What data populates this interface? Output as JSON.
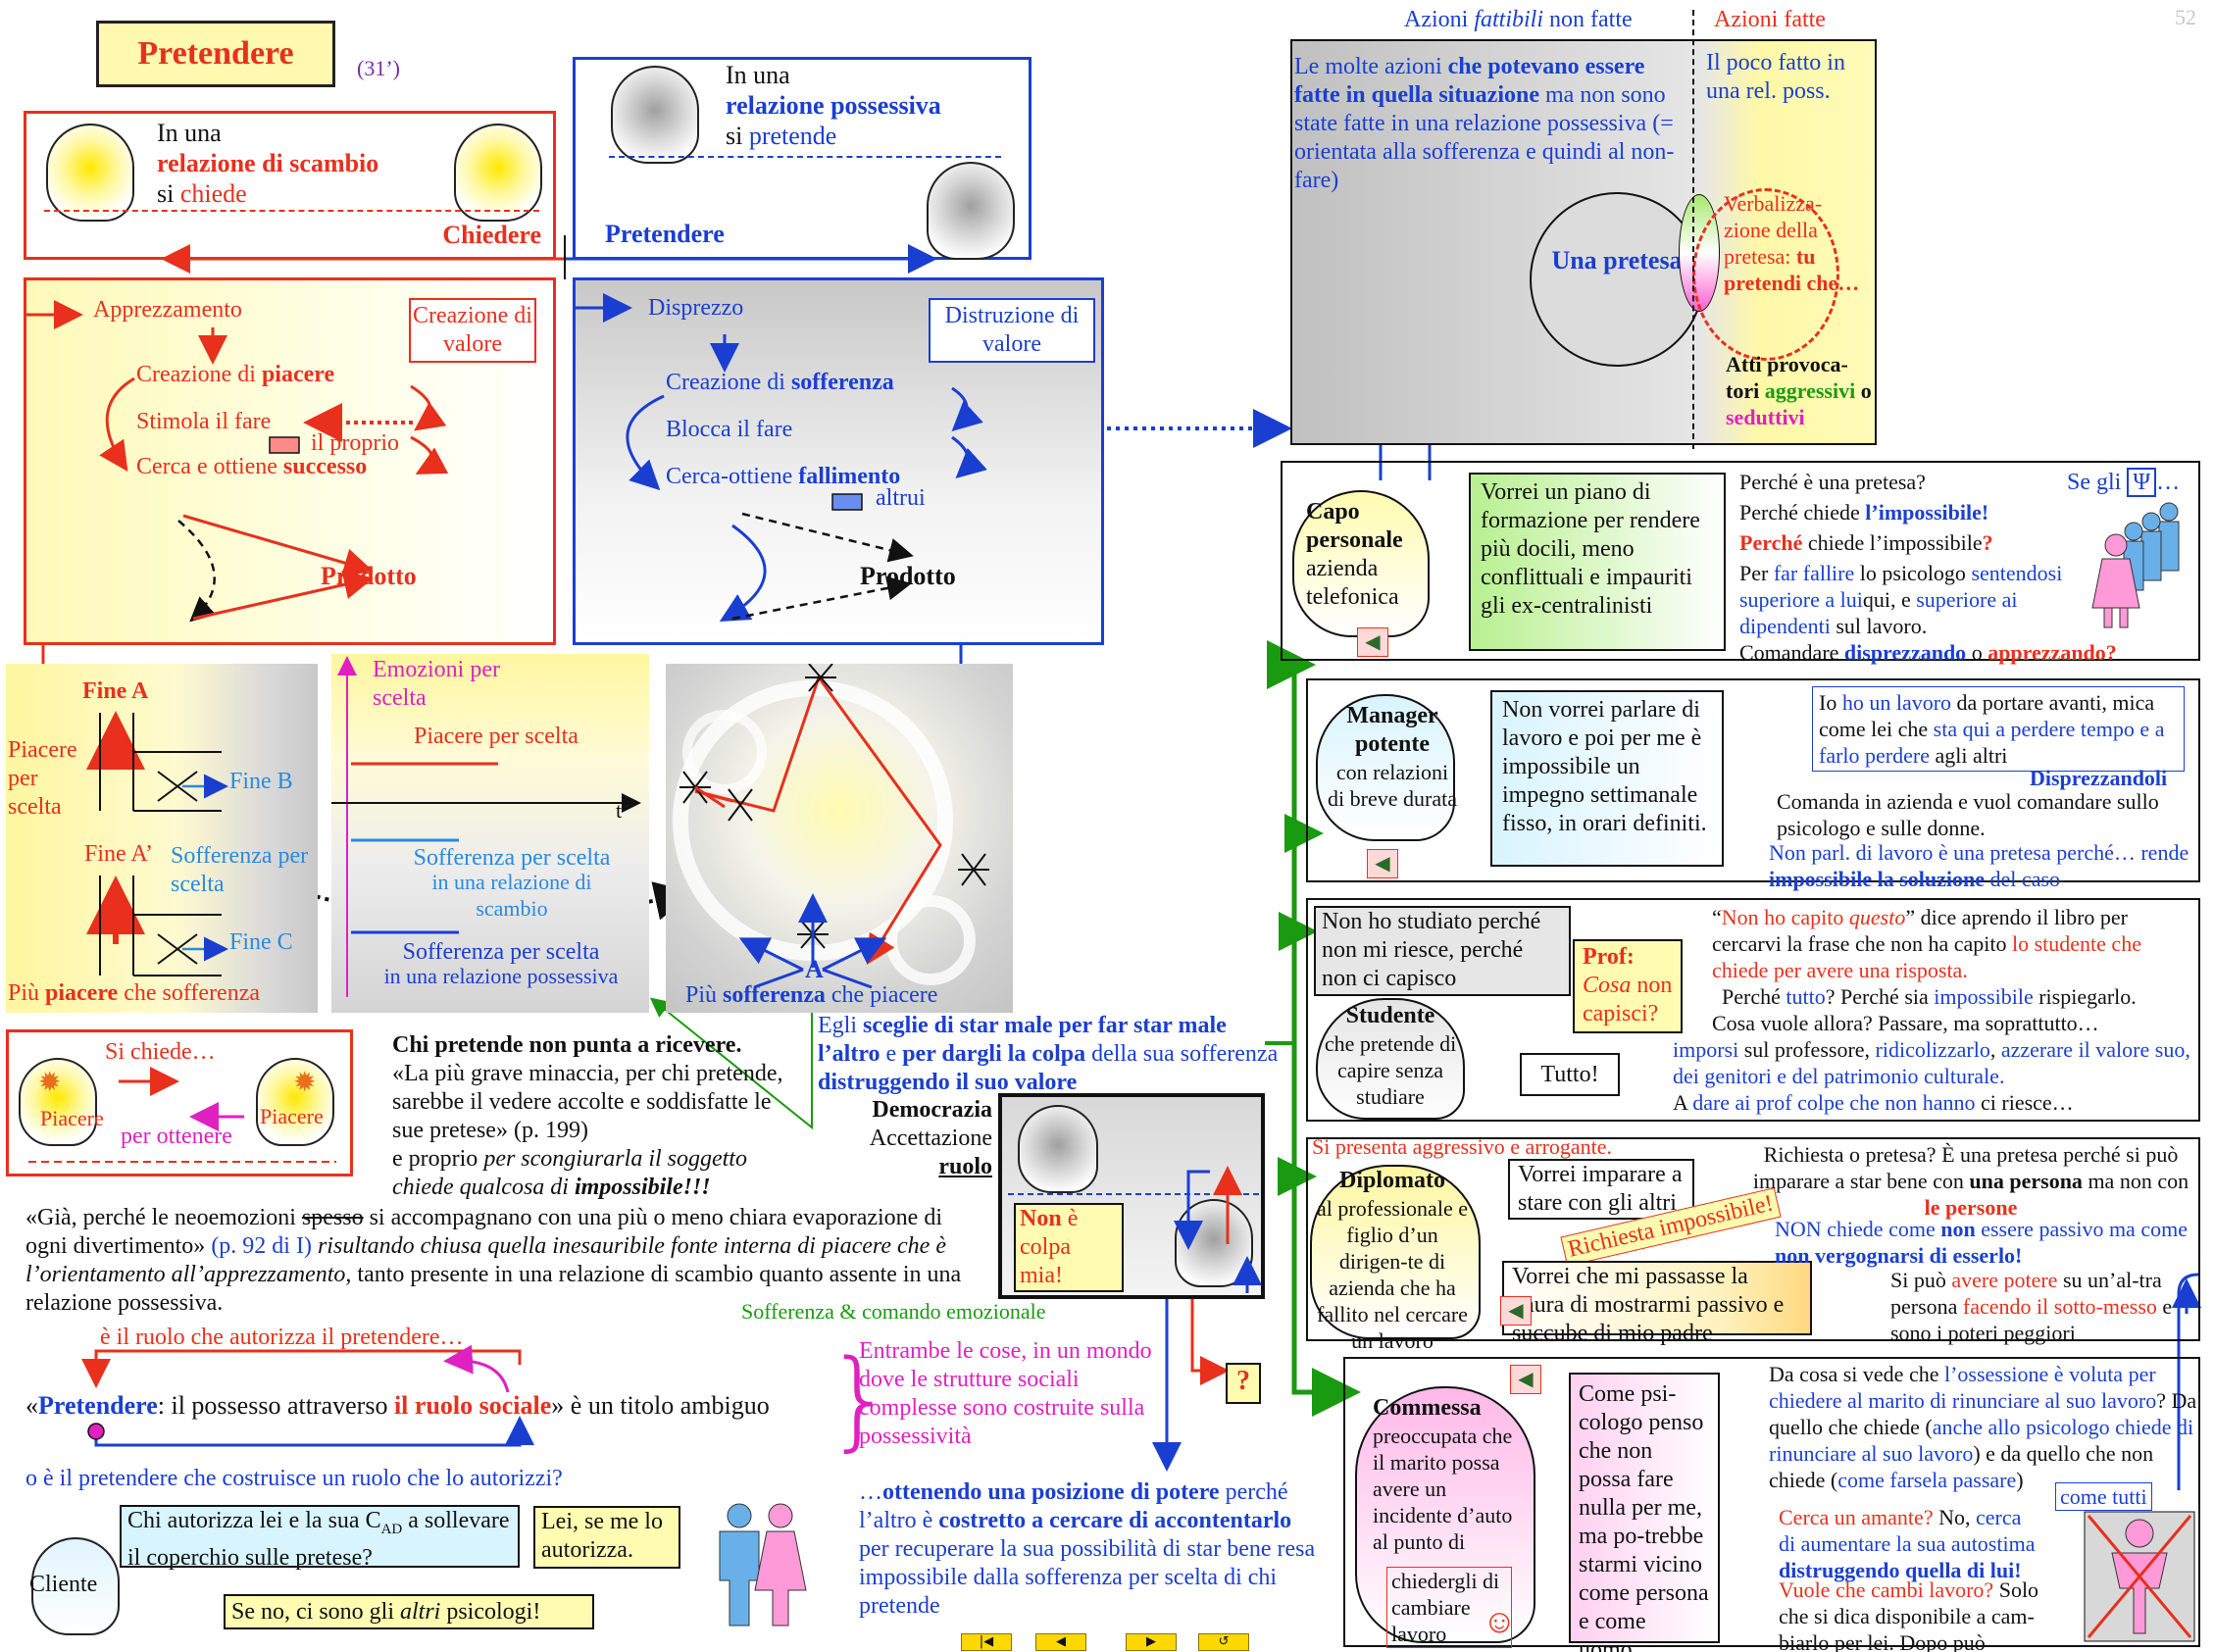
{
  "page_number": "52",
  "title": {
    "label": "Pretendere",
    "duration": "(31’)"
  },
  "exchange_box": {
    "line1": "In una",
    "line2": "relazione di scambio",
    "line3a": "si ",
    "line3b": "chiede",
    "action": "Chiedere"
  },
  "possessive_box": {
    "line1": "In una",
    "line2": "relazione possessiva",
    "line3a": "si ",
    "line3b": "pretende",
    "action": "Pretendere"
  },
  "value_creation": {
    "badge": "Creazione di valore",
    "apprezzamento": "Apprezzamento",
    "creazione_a": "Creazione di ",
    "creazione_b": "piacere",
    "stimola": "Stimola il fare",
    "il_proprio": "il proprio",
    "cerca_a": "Cerca e ottiene ",
    "cerca_b": "successo",
    "prodotto": "Prodotto"
  },
  "value_destruction": {
    "badge": "Distruzione di valore",
    "disprezzo": "Disprezzo",
    "creazione_a": "Creazione di ",
    "creazione_b": "sofferenza",
    "blocca": "Blocca il fare",
    "cerca_a": "Cerca-ottiene ",
    "cerca_b": "fallimento",
    "altrui": "altrui",
    "prodotto": "Prodotto"
  },
  "ends_panel": {
    "fine_a": "Fine A",
    "piacere_per_scelta": "Piacere per scelta",
    "fine_b": "Fine B",
    "fine_a2": "Fine A’",
    "sofferenza": "Sofferenza per scelta",
    "fine_c": "Fine C",
    "footer_a": "Più ",
    "footer_b": "piacere",
    "footer_c": " che sofferenza"
  },
  "emotions_chart": {
    "ylabel": "Emozioni per scelta",
    "xlabel": "t",
    "piacere": "Piacere per scelta",
    "soff1_a": "Sofferenza per scelta",
    "soff1_b": "in una relazione di scambio",
    "soff2_a": "Sofferenza per scelta",
    "soff2_b": "in una relazione possessiva"
  },
  "cycle_panel": {
    "label_a": "A",
    "footer_a": "Più ",
    "footer_b": "sofferenza",
    "footer_c": " che piacere"
  },
  "chiede_box": {
    "si_chiede": "Si chiede…",
    "per_ottenere": "per ottenere",
    "piacere_left": "Piacere",
    "piacere_right": "Piacere"
  },
  "pretend_text": {
    "heading": "Chi pretende non punta a ricevere.",
    "quote": "«La più grave minaccia, per chi pretende, sarebbe il vedere accolte e soddisfatte le sue pretese» (p. 199)",
    "cont_a": "e proprio ",
    "cont_b": "per scongiurarla il soggetto chiede qualcosa di ",
    "cont_c": "impossibile!!!"
  },
  "blue_caption": {
    "a": "Egli ",
    "b": "sceglie di star male per far star male l’altro",
    "c": " e ",
    "d": "per dargli la colpa",
    "e": " della sua sofferenza ",
    "f": "distruggendo il suo valore"
  },
  "democracy_box": {
    "democrazia": "Democrazia",
    "accettazione": "Accettazione",
    "ruolo": "ruolo",
    "non_colpa_a": "Non",
    "non_colpa_b": " è colpa mia!",
    "question": "?"
  },
  "neoemotions": {
    "a": "«Già, perché le neoemozioni ",
    "struck": "spesso",
    "b": " si accompagnano con una più o meno chiara evaporazione di ogni divertimento» ",
    "ref": "(p. 92 di I)",
    "c": " risultando chiusa quella inesauribile fonte interna di piacere che è l’orientamento all’apprezzamento,",
    "d": " tanto presente in una relazione di scambio quanto assente in una relazione possessiva."
  },
  "sofferenza_comando": "Sofferenza & comando emozionale",
  "ruolo_section": {
    "top": "è il ruolo che autorizza il pretendere…",
    "main_a": "«",
    "main_b": "Pretendere",
    "main_c": ": il possesso attraverso ",
    "main_d": "il ruolo sociale",
    "main_e": "» è un titolo ambiguo",
    "bottom": "o è il pretendere che costruisce un ruolo che lo autorizzi?"
  },
  "entrambe": "Entrambe le cose, in un mondo dove le strutture sociali complesse sono costruite sulla possessività",
  "ottenendo": {
    "a": "…",
    "b": "ottenendo una posizione di potere",
    "c": " perché l’altro è ",
    "d": "costretto a cercare di accontentarlo",
    "e": " per recuperare la sua possibilità di star bene resa impossibile dalla sofferenza per scelta di chi pretende"
  },
  "client_dialog": {
    "cliente": "Cliente",
    "q_a": "Chi autorizza lei e la sua C",
    "q_sub": "AD",
    "q_b": " a sollevare il coperchio sulle pretese?",
    "lei": "Lei, se me lo autorizza.",
    "se_no_a": "Se no, ci sono gli ",
    "se_no_b": "altri",
    "se_no_c": " psicologi!"
  },
  "actions": {
    "header_left_a": "Azioni ",
    "header_left_b": "fattibili",
    "header_left_c": " non fatte",
    "header_right": "Azioni fatte",
    "left_a": "Le molte azioni ",
    "left_b": "che potevano essere fatte in quella situazione",
    "left_c": " ma non sono state fatte in una relazione possessiva (= orientata alla sofferenza e quindi al non-fare)",
    "right": "Il poco fatto in una rel. poss.",
    "pretesa": "Una pretesa",
    "verbal_a": "Verbalizza-zione della pretesa: ",
    "verbal_b": "tu pretendi che…",
    "atti_a": "Atti provoca-tori ",
    "atti_b": "aggressivi",
    "atti_c": " o ",
    "atti_d": "seduttivi"
  },
  "case_capo": {
    "who_a": "Capo personale",
    "who_b": "azienda telefonica",
    "speech": "Vorrei un piano di formazione per rendere più docili, meno conflittuali e impauriti gli ex-centralinisti",
    "q1": "Perché è una pretesa?",
    "q2_a": "Perché chiede ",
    "q2_b": "l’impossibile!",
    "q3_a": "Perché",
    "q3_b": " chiede l’impossibile",
    "q3_c": "?",
    "q4_a": "Per ",
    "q4_b": "far fallire",
    "q4_c": " lo psicologo ",
    "q4_d": "sentendosi superiore a lui",
    "q4_e": "qui, e ",
    "q4_f": "superiore ai dipendenti",
    "q4_g": " sul lavoro.",
    "q5_a": "Comandare ",
    "q5_b": "disprezzando",
    "q5_c": " o ",
    "q5_d": "apprezzando?",
    "se_gli": "Se gli",
    "psi": "Ψ",
    "ellipsis": "…"
  },
  "case_manager": {
    "who_a": "Manager potente",
    "who_b": "con relazioni di breve durata",
    "speech": "Non vorrei parlare di lavoro e poi per me è impossibile un impegno settimanale fisso, in orari definiti.",
    "note_a": "Io ",
    "note_b": "ho un lavoro",
    "note_c": " da portare avanti, mica come lei che ",
    "note_d": "sta qui a perdere tempo e a farlo perdere",
    "note_e": " agli altri",
    "disprezzandoli": "Disprezzandoli",
    "comanda": "Comanda in azienda e vuol comandare sullo psicologo e sulle donne.",
    "non_parl_a": "Non parl. di lavoro è una pretesa perché… rende ",
    "non_parl_b": "impossibile la soluzione",
    "non_parl_c": " del caso"
  },
  "case_studente": {
    "speech": "Non ho studiato perché non mi riesce, perché non ci capisco",
    "prof_a": "Prof:",
    "prof_b": "Cosa",
    "prof_c": " non capisci?",
    "who_a": "Studente",
    "who_b": "che pretende di capire senza studiare",
    "tutto": "Tutto!",
    "p1_a": "“",
    "p1_b": "Non ho capito ",
    "p1_c": "questo",
    "p1_d": "” dice aprendo il libro per cercarvi la frase che non ha capito ",
    "p1_e": "lo studente che chiede per avere una risposta.",
    "p2_a": "Perché ",
    "p2_b": "tutto",
    "p2_c": "? Perché sia ",
    "p2_d": "impossibile",
    "p2_e": " rispiegarlo.",
    "p3": "Cosa vuole allora? Passare, ma soprattutto…",
    "p4_a": "imporsi",
    "p4_b": " sul professore, ",
    "p4_c": "ridicolizzarlo",
    "p4_d": ", ",
    "p4_e": "azzerare il valore suo, dei genitori e del patrimonio culturale.",
    "p5_a": "A ",
    "p5_b": "dare ai prof colpe che non hanno",
    "p5_c": " ci riesce…"
  },
  "case_diplomato": {
    "top": "Si presenta aggressivo e arrogante.",
    "who_a": "Diplomato",
    "who_b": "al professionale e figlio d’un dirigen-te di azienda che ha fallito nel cercare un lavoro",
    "speech1": "Vorrei imparare a stare con gli altri",
    "stamp": "Richiesta impossibile!",
    "speech2": "Vorrei che mi passasse la paura di mostrarmi passivo e succube di mio padre",
    "r1_a": "Richiesta o pretesa? È una pretesa perché si può imparare a star bene con ",
    "r1_b": "una persona",
    "r1_c": " ma non con ",
    "r1_d": "le persone",
    "r2_a": "NON chiede come ",
    "r2_b": "non",
    "r2_c": " essere passivo ma come ",
    "r2_d": "non vergognarsi di esserlo!",
    "r3_a": "Si può ",
    "r3_b": "avere potere",
    "r3_c": " su un’al-tra persona ",
    "r3_d": "facendo il sotto-messo",
    "r3_e": " e sono i poteri peggiori"
  },
  "case_commessa": {
    "who_a": "Commessa",
    "who_b": "preoccupata che il marito possa avere un incidente d’auto al punto di",
    "who_c": "chiedergli di cambiare lavoro",
    "speech": "Come psi-cologo penso che non possa fare nulla per me, ma po-trebbe starmi vicino come persona e come uomo.",
    "r1_a": "Da cosa si vede che ",
    "r1_b": "l’ossessione è voluta per chiedere al marito di rinunciare al suo lavoro",
    "r1_c": "? Da quello che chiede (",
    "r1_d": "anche allo psicologo chiede di rinunciare al suo lavoro",
    "r1_e": ") e da quello che non chiede (",
    "r1_f": "come farsela passare",
    "r1_g": ")",
    "r2_a": "Cerca un amante?",
    "r2_b": " No, ",
    "r2_c": "cerca di aumentare la sua autostima ",
    "r2_d": "distruggendo quella di lui!",
    "r3_a": "Vuole che cambi lavoro?",
    "r3_b": " Solo che si dica disponibile a cam-biarlo per lei. Dopo può fallire!",
    "come_tutti": "come tutti"
  },
  "nav": {
    "first": "|◀",
    "prev": "◀",
    "next": "▶",
    "last": "↺"
  },
  "colors": {
    "red": "#e8301c",
    "blue": "#1a3fd0",
    "magenta": "#e020c0",
    "green": "#1a9a10",
    "yellow": "#fffbb0"
  }
}
